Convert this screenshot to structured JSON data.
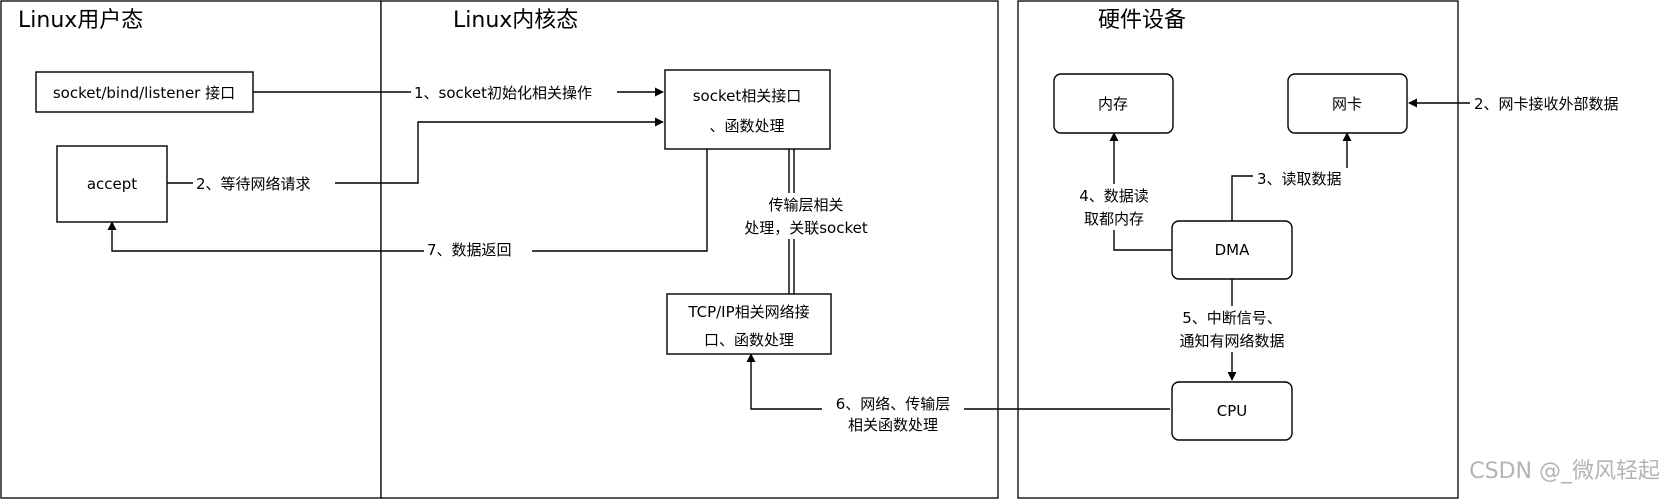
{
  "regions": {
    "user_space": "Linux用户态",
    "kernel_space": "Linux内核态",
    "hardware": "硬件设备"
  },
  "nodes": {
    "socket_api": "socket/bind/listener 接口",
    "accept": "accept",
    "socket_kernel": [
      "socket相关接口",
      "、函数处理"
    ],
    "tcpip": [
      "TCP/IP相关网络接",
      "口、函数处理"
    ],
    "memory": "内存",
    "nic": "网卡",
    "dma": "DMA",
    "cpu": "CPU"
  },
  "edges": {
    "e1": "1、socket初始化相关操作",
    "e2_wait": "2、等待网络请求",
    "e2_nic": "2、网卡接收外部数据",
    "e3": "3、读取数据",
    "e4": [
      "4、数据读",
      "取都内存"
    ],
    "e5": [
      "5、中断信号、",
      "通知有网络数据"
    ],
    "e6": [
      "6、网络、传输层",
      "相关函数处理"
    ],
    "e7": "7、数据返回",
    "transport": [
      "传输层相关",
      "处理，关联socket"
    ]
  },
  "watermark": "CSDN @_微风轻起"
}
